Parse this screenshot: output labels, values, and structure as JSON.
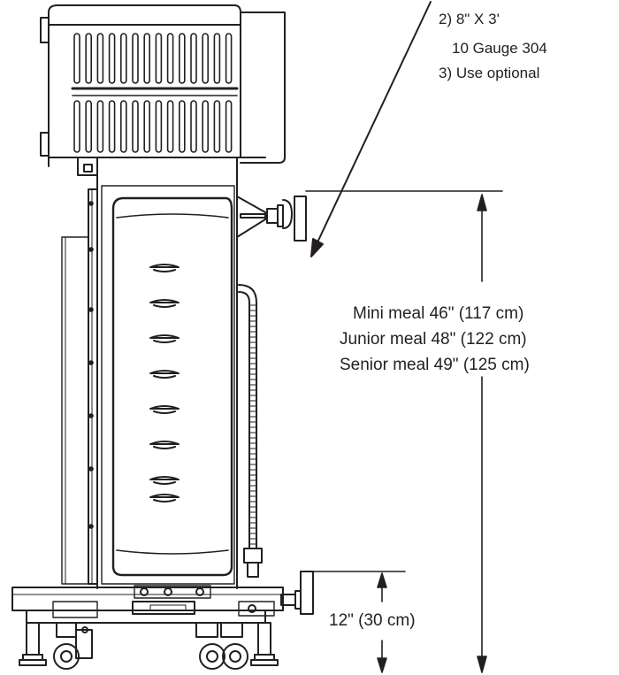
{
  "notes": {
    "line2": "2) 8\" X 3'",
    "line2b": "10 Gauge 304",
    "line3": "3) Use optional"
  },
  "height_label": {
    "mini": "Mini meal 46\" (117 cm)",
    "junior": "Junior meal 48\" (122 cm)",
    "senior": "Senior meal 49\" (125 cm)"
  },
  "leg_label": "12\" (30 cm)",
  "colors": {
    "line": "#231f20",
    "background": "#ffffff"
  }
}
